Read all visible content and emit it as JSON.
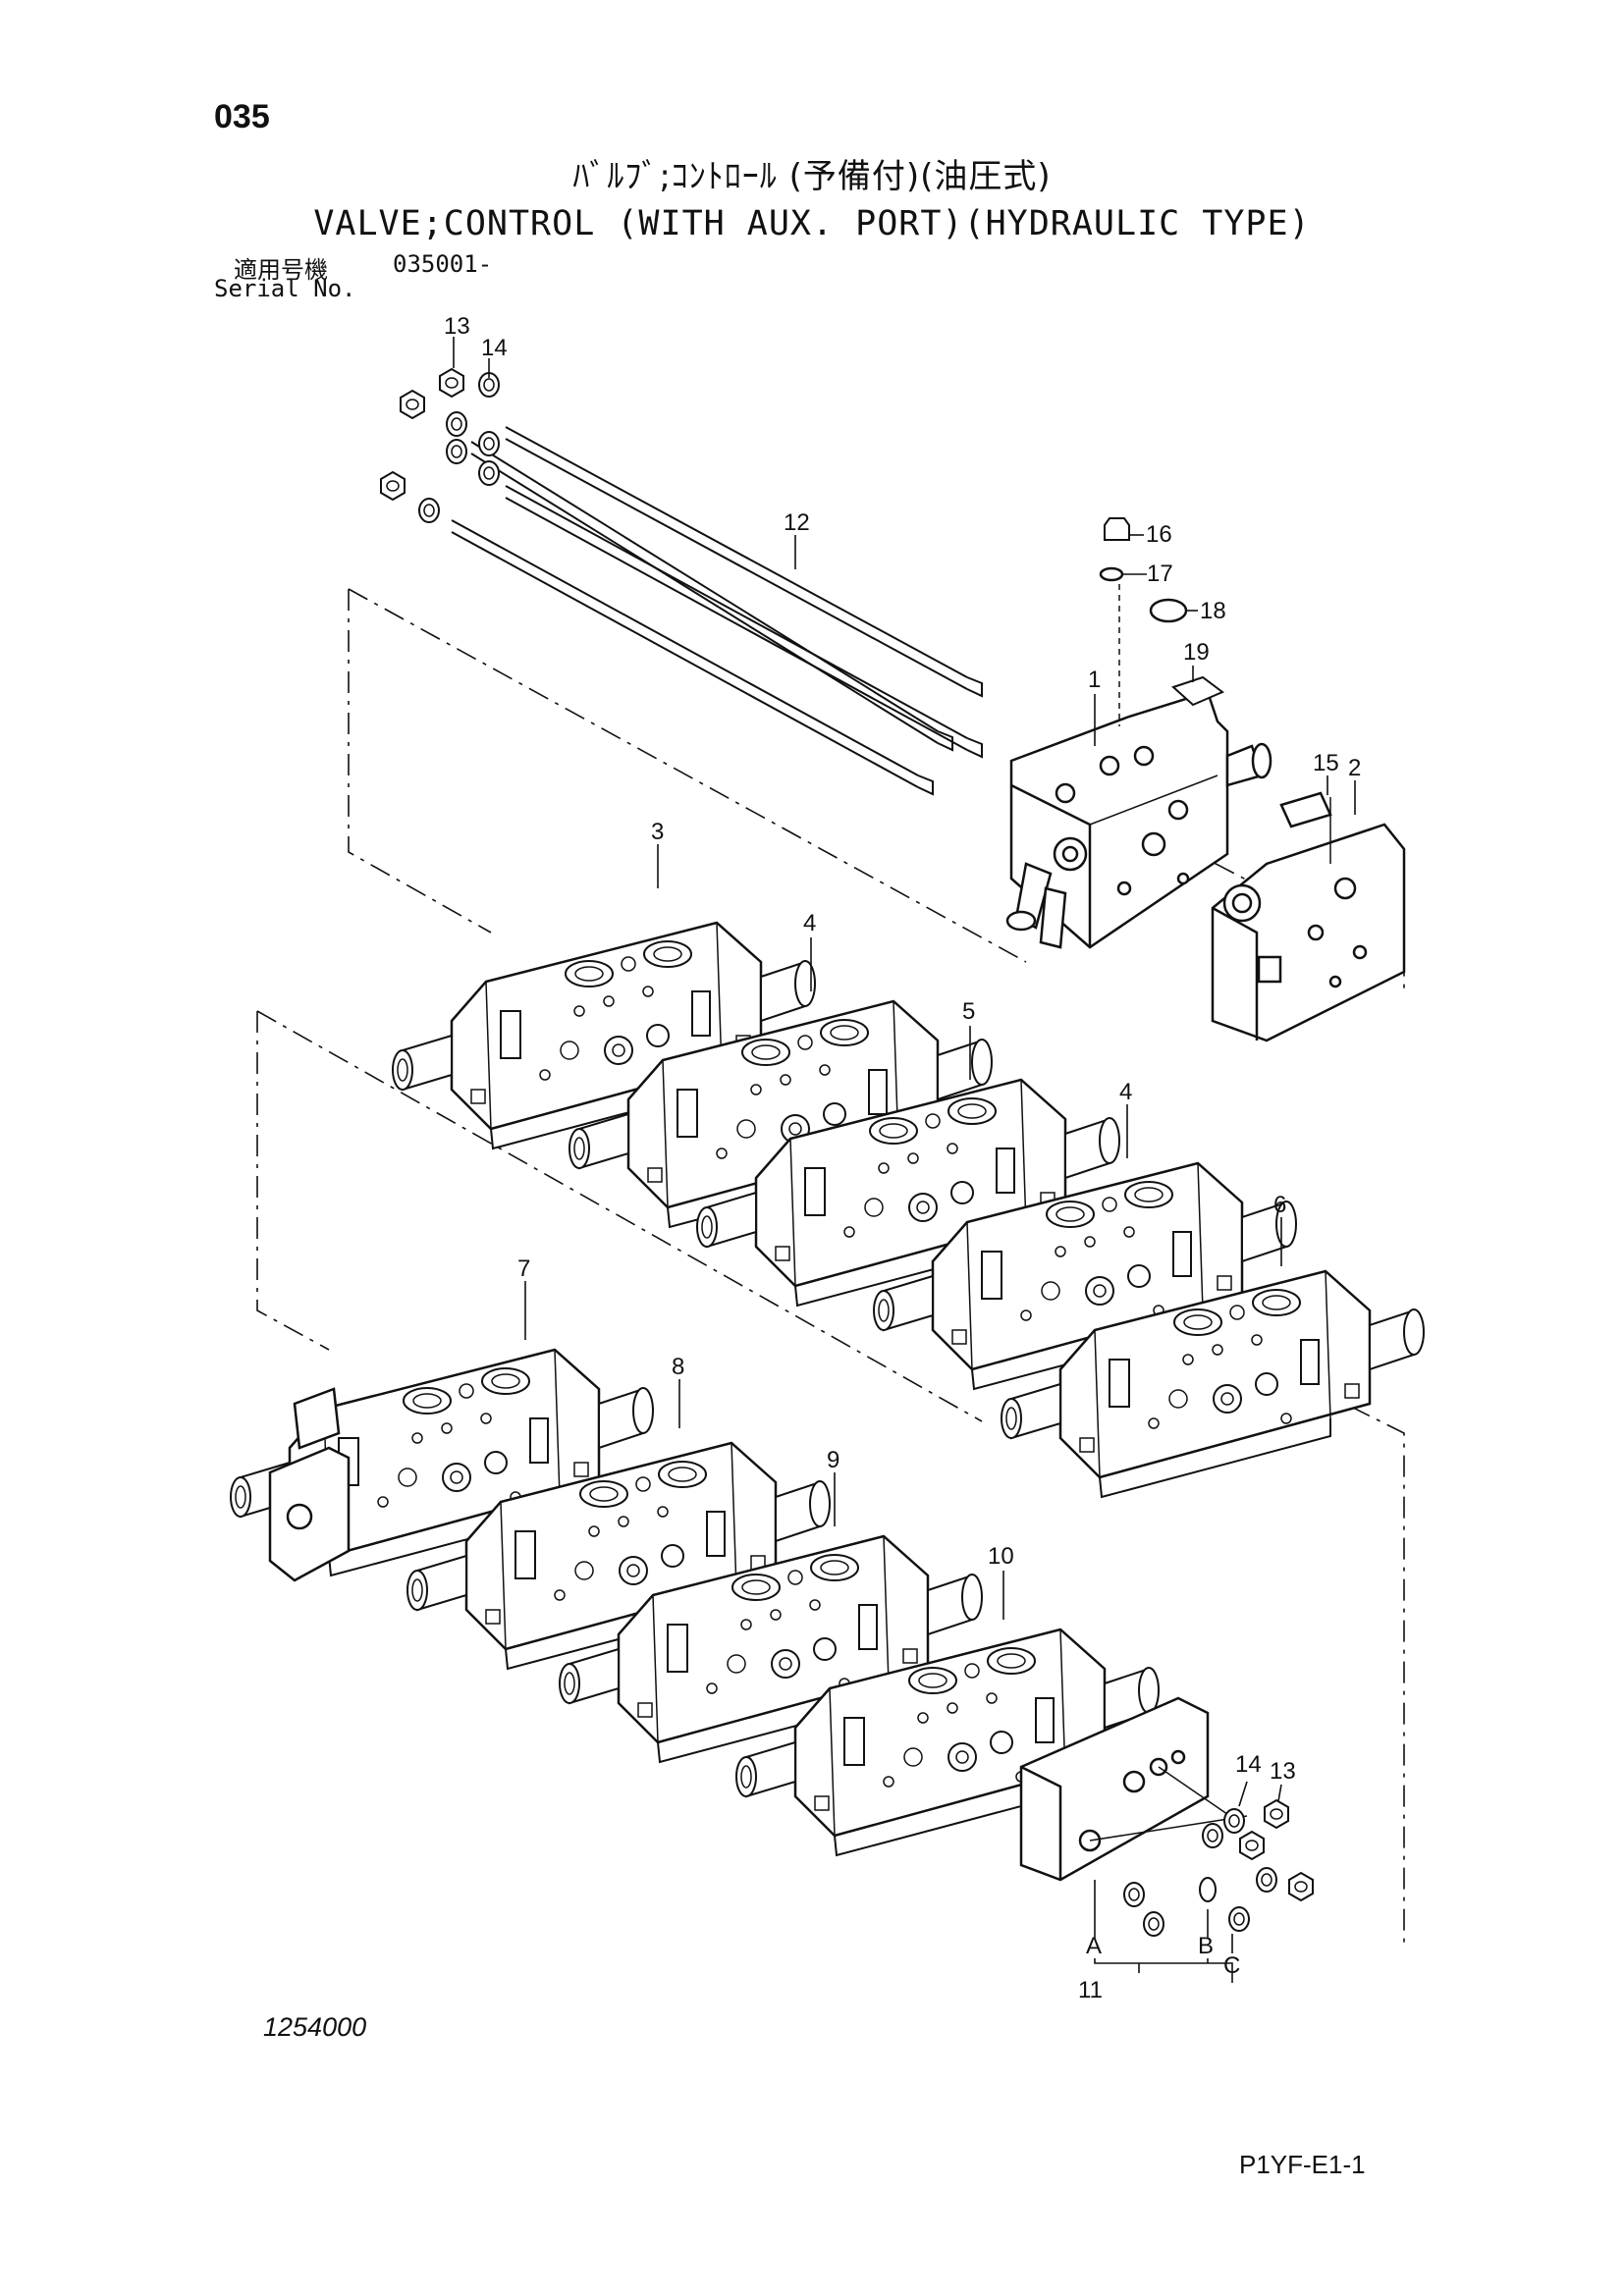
{
  "header": {
    "page_number": "035",
    "title_jp": "ﾊﾞﾙﾌﾞ;ｺﾝﾄﾛｰﾙ (予備付)(油圧式)",
    "title_en": "VALVE;CONTROL (WITH AUX. PORT)(HYDRAULIC TYPE)",
    "serial_label_jp": "適用号機",
    "serial_value": "035001-",
    "serial_label_en": "Serial No."
  },
  "callouts": {
    "c1": "1",
    "c2": "2",
    "c3": "3",
    "c4a": "4",
    "c4b": "4",
    "c5": "5",
    "c6": "6",
    "c7": "7",
    "c8": "8",
    "c9": "9",
    "c10": "10",
    "c11": "11",
    "c12": "12",
    "c13a": "13",
    "c14a": "14",
    "c13b": "13",
    "c14b": "14",
    "c15": "15",
    "c16": "16",
    "c17": "17",
    "c18": "18",
    "c19": "19",
    "cA": "A",
    "cB": "B",
    "cC": "C"
  },
  "footer": {
    "drawing_number": "1254000",
    "page_code": "P1YF-E1-1"
  }
}
